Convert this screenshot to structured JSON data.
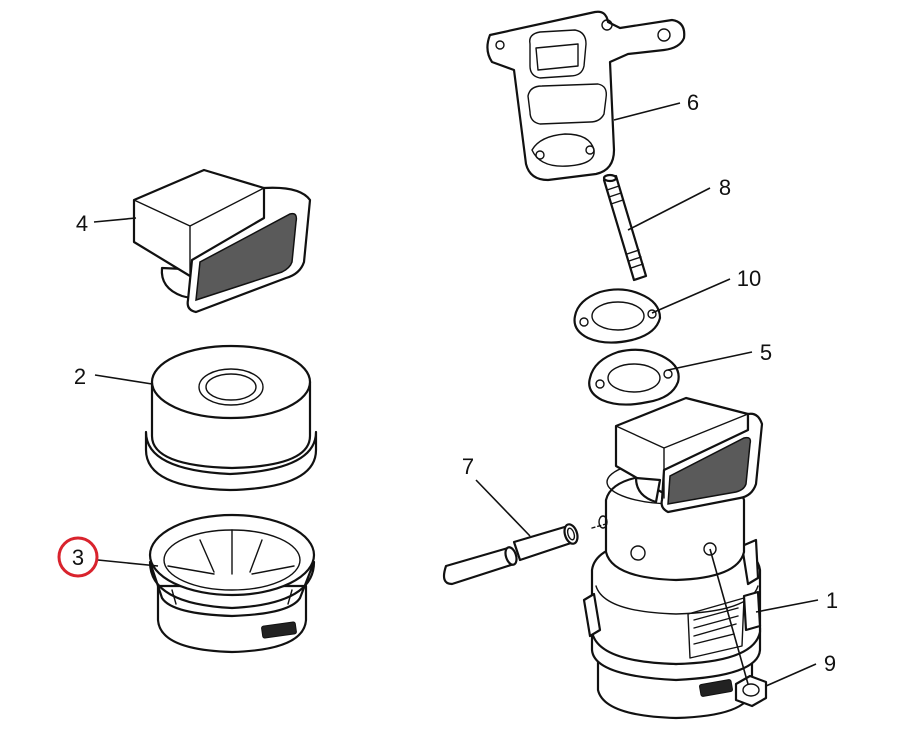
{
  "diagram": {
    "callouts": [
      {
        "id": "1",
        "text": "1"
      },
      {
        "id": "2",
        "text": "2"
      },
      {
        "id": "3",
        "text": "3"
      },
      {
        "id": "4",
        "text": "4"
      },
      {
        "id": "5",
        "text": "5"
      },
      {
        "id": "6",
        "text": "6"
      },
      {
        "id": "7",
        "text": "7"
      },
      {
        "id": "8",
        "text": "8"
      },
      {
        "id": "9",
        "text": "9"
      },
      {
        "id": "10",
        "text": "10"
      }
    ],
    "highlighted_callout": "3",
    "colors": {
      "line": "#111111",
      "highlight": "#d9232d",
      "background": "#ffffff"
    }
  }
}
